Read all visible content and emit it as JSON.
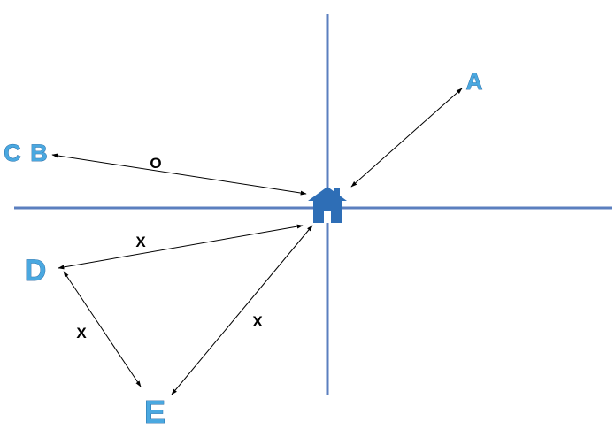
{
  "points": {
    "A": "A",
    "C": "C",
    "B": "B",
    "D": "D",
    "E": "E"
  },
  "edges": {
    "cb_home": "O",
    "d_home": "X",
    "d_e": "X",
    "e_home": "X"
  },
  "colors": {
    "axis": "#5b7fbf",
    "point_label": "#4aa8e0",
    "house": "#2e6eb6",
    "connector": "#000000"
  },
  "icons": {
    "home": "house-icon"
  }
}
